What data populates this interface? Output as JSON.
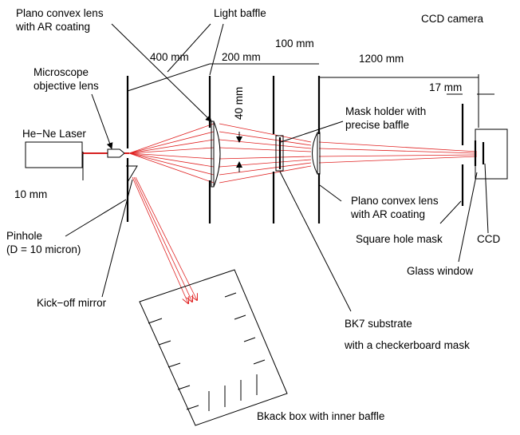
{
  "labels": {
    "plano_convex_top": [
      "Plano convex lens",
      "with AR coating"
    ],
    "light_baffle": "Light baffle",
    "ccd_camera": "CCD camera",
    "dim_400": "400 mm",
    "dim_200": "200 mm",
    "dim_100": "100 mm",
    "dim_1200": "1200 mm",
    "dim_17": "17 mm",
    "dim_40": "40 mm",
    "dim_10": "10 mm",
    "microscope": [
      "Microscope",
      "objective lens"
    ],
    "laser": "He−Ne Laser",
    "mask_holder": [
      "Mask holder with",
      "precise baffle"
    ],
    "plano_convex_bottom": [
      "Plano convex lens",
      "with AR coating"
    ],
    "square_hole": "Square hole mask",
    "ccd": "CCD",
    "pinhole": [
      "Pinhole",
      "(D = 10 micron)"
    ],
    "glass_window": "Glass window",
    "kickoff": "Kick−off mirror",
    "bk7": [
      "BK7 substrate",
      "with a checkerboard mask"
    ],
    "black_box": "Bkack box with inner baffle"
  },
  "colors": {
    "beam": "#d00000",
    "rays": "#e02020",
    "ink": "#000000"
  }
}
